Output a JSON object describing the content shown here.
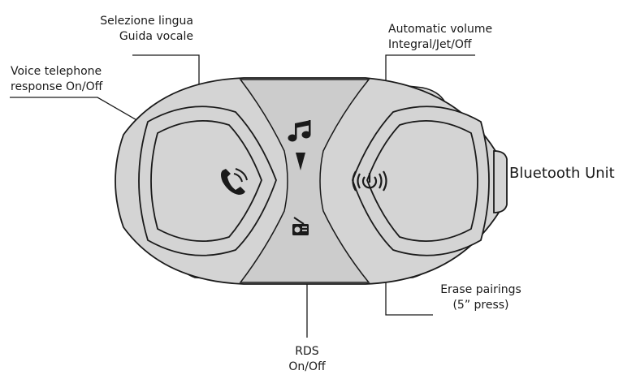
{
  "labels": {
    "language": {
      "line1": "Selezione lingua",
      "line2": "Guida vocale"
    },
    "voice": {
      "line1": "Voice telephone",
      "line2": "response On/Off"
    },
    "volume": {
      "line1": "Automatic volume",
      "line2": "Integral/Jet/Off"
    },
    "bluetooth": "Bluetooth Unit",
    "erase": {
      "line1": "Erase pairings",
      "line2": "(5” press)"
    },
    "rds": {
      "line1": "RDS",
      "line2": "On/Off"
    }
  },
  "icons": [
    "phone-icon",
    "music-note-icon",
    "down-arrow-icon",
    "radio-icon",
    "power-icon"
  ],
  "colors": {
    "body": "#d4d4d4",
    "center": "#cccccc",
    "stroke": "#1a1a1a"
  }
}
